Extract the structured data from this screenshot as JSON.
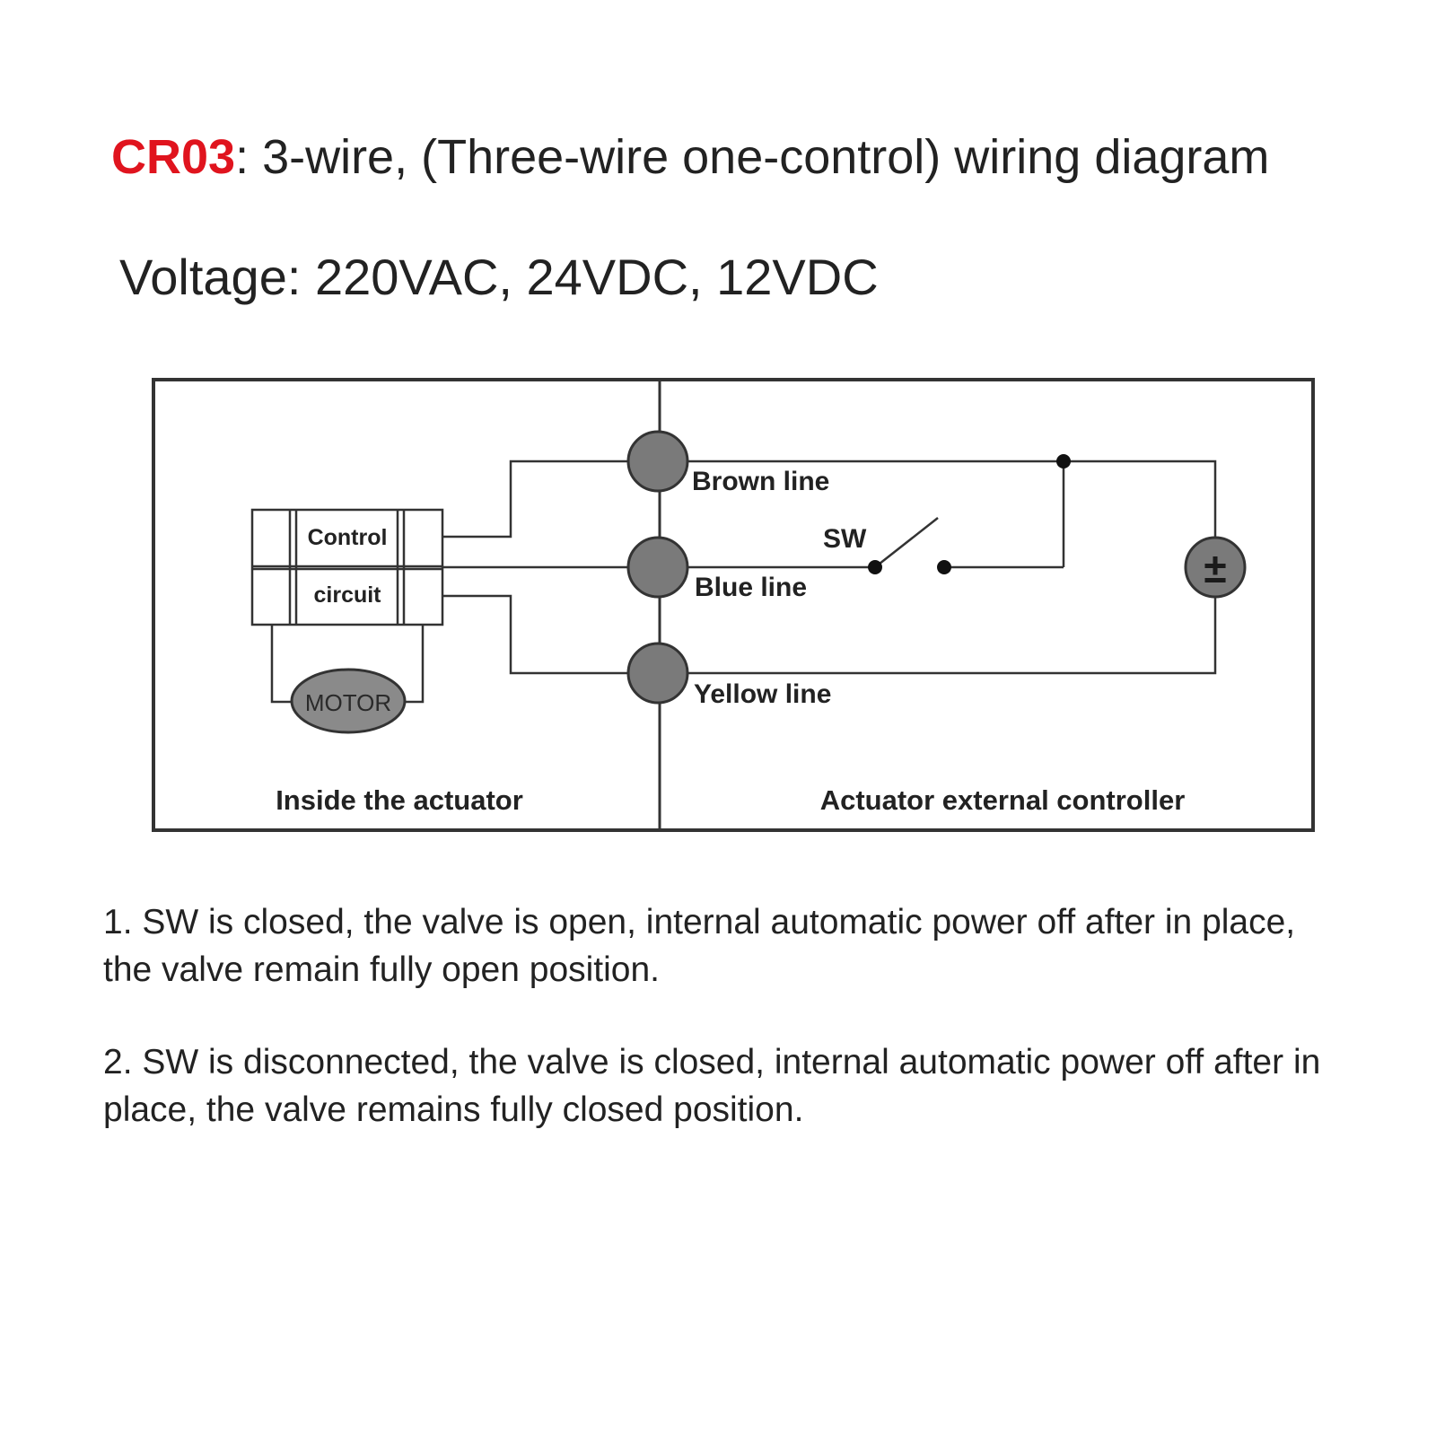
{
  "header": {
    "code": "CR03",
    "title_rest": ": 3-wire, (Three-wire one-control) wiring diagram",
    "voltage": "Voltage: 220VAC, 24VDC, 12VDC"
  },
  "diagram": {
    "control_label": "Control",
    "circuit_label": "circuit",
    "motor_label": "MOTOR",
    "brown_line": "Brown line",
    "blue_line": "Blue line",
    "yellow_line": "Yellow line",
    "switch_label": "SW",
    "power_symbol": "±",
    "inside_label": "Inside the actuator",
    "external_label": "Actuator external controller"
  },
  "notes": [
    "1. SW is closed, the valve is open, internal automatic power off after in place, the valve remain fully open position.",
    "2. SW is disconnected, the valve is closed, internal automatic power off after in place, the valve remains fully closed position."
  ],
  "colors": {
    "accent_red": "#e0141e",
    "terminal_gray": "#7a7a7a",
    "motor_gray": "#8a8a8a",
    "line": "#333333"
  }
}
